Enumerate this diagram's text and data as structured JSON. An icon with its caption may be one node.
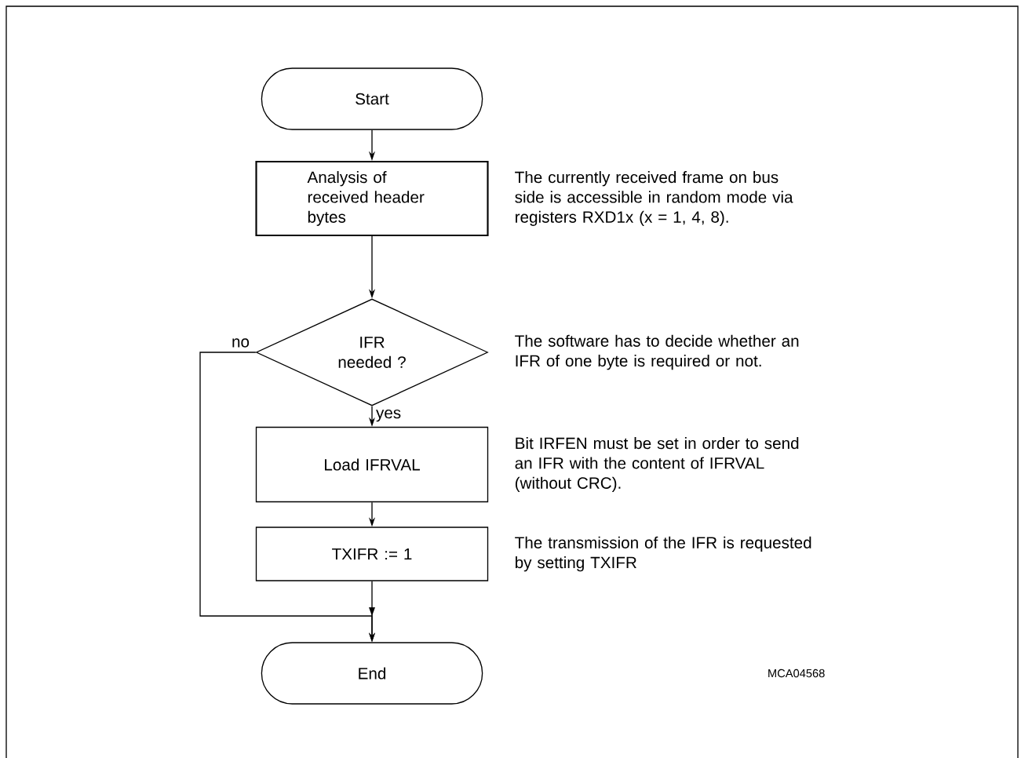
{
  "diagram": {
    "nodes": [
      {
        "text": [
          "Start"
        ]
      },
      {
        "text": [
          "Analysis of received header bytes"
        ],
        "beside": [
          "The currently received frame on bus side is accessible in random mode via registers RXD1x (x = 1, 4, 8)."
        ]
      },
      {
        "text": [
          "IFR needed ?"
        ],
        "beside": [
          "The software has to decide whether an IFR of one byte is required or not."
        ]
      },
      {
        "text": [
          "Load IFRVAL"
        ],
        "beside": [
          "Bit IRFEN must be set in order to send an IFR with the content of IFRVAL (without CRC)."
        ]
      },
      {
        "text": [
          "TXIFR := 1"
        ],
        "beside": [
          "The transmission of the IFR is requested by setting TXIFR"
        ]
      },
      {
        "text": [
          "End"
        ]
      }
    ],
    "edges": [
      {
        "from": 0,
        "to": 1,
        "arrow": "to"
      },
      {
        "from": 1,
        "to": 2,
        "arrow": "to"
      },
      {
        "from": 2,
        "to": 3,
        "arrow": "to",
        "label": "yes"
      },
      {
        "from": 3,
        "to": 4,
        "arrow": "to"
      },
      {
        "from": 4,
        "to": 5,
        "arrow": "to"
      },
      {
        "from": 2,
        "to": 5,
        "arrow": "to",
        "label": "no"
      }
    ],
    "labels": [
      "MCA04568"
    ]
  }
}
